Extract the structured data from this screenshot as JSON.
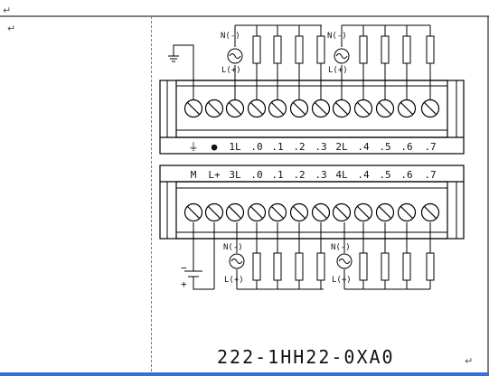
{
  "document": {
    "paragraph_mark": "↵",
    "model_number": "222-1HH22-0XA0"
  },
  "top_block": {
    "terminal_labels": [
      "⏚",
      "●",
      "1L",
      ".0",
      ".1",
      ".2",
      ".3",
      "2L",
      ".4",
      ".5",
      ".6",
      ".7"
    ],
    "supply_labels": {
      "neutral": "N(-)",
      "line": "L(+)"
    }
  },
  "bottom_block": {
    "terminal_labels": [
      "M",
      "L+",
      "3L",
      ".0",
      ".1",
      ".2",
      ".3",
      "4L",
      ".4",
      ".5",
      ".6",
      ".7"
    ],
    "supply_labels": {
      "neutral": "N(-)",
      "line": "L(+)"
    },
    "dc_polarity": {
      "minus": "−",
      "plus": "+"
    }
  },
  "colors": {
    "line": "#000000",
    "divider": "#7a7a7a",
    "bottom_bar": "#3a6fd1"
  }
}
